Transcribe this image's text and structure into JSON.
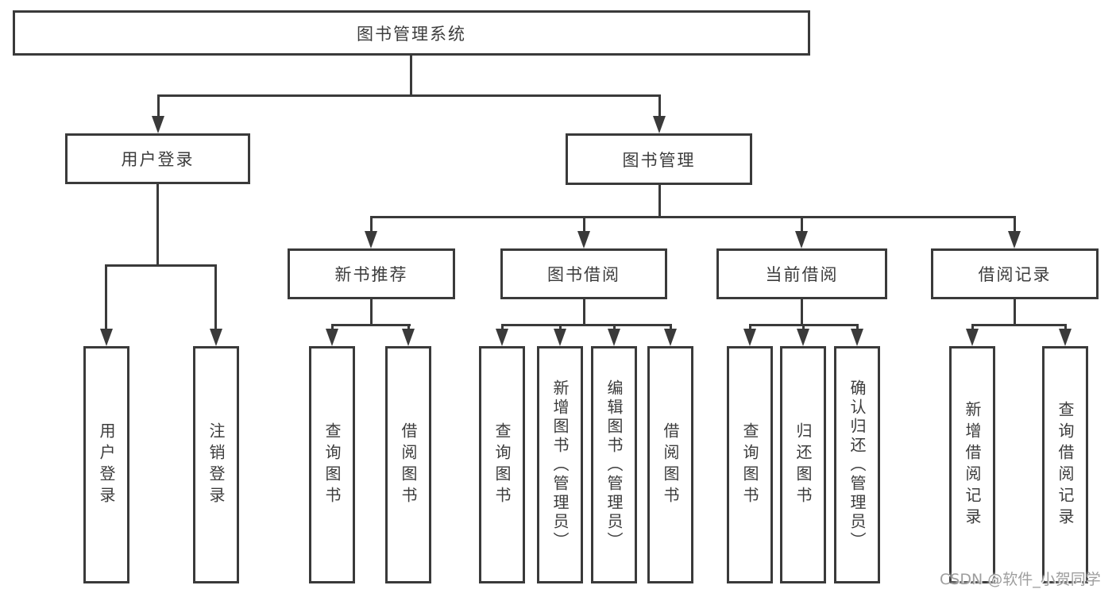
{
  "diagram_title": "图书管理系统",
  "tree": {
    "root": {
      "label": "图书管理系统"
    },
    "branches": [
      {
        "label": "用户登录",
        "children": [
          {
            "label": "用户登录"
          },
          {
            "label": "注销登录"
          }
        ]
      },
      {
        "label": "图书管理",
        "children": [
          {
            "label": "新书推荐",
            "children": [
              {
                "label": "查询图书"
              },
              {
                "label": "借阅图书"
              }
            ]
          },
          {
            "label": "图书借阅",
            "children": [
              {
                "label": "查询图书"
              },
              {
                "label": "新增图书（管理员）"
              },
              {
                "label": "编辑图书（管理员）"
              },
              {
                "label": "借阅图书"
              }
            ]
          },
          {
            "label": "当前借阅",
            "children": [
              {
                "label": "查询图书"
              },
              {
                "label": "归还图书"
              },
              {
                "label": "确认归还（管理员）"
              }
            ]
          },
          {
            "label": "借阅记录",
            "children": [
              {
                "label": "新增借阅记录"
              },
              {
                "label": "查询借阅记录"
              }
            ]
          }
        ]
      }
    ]
  },
  "watermark": {
    "text": "CSDN @软件_小贺同学"
  },
  "colors": {
    "line": "#3a3a3a",
    "text": "#3c3c3c",
    "background": "#ffffff",
    "watermark": "#9e9e9e"
  }
}
